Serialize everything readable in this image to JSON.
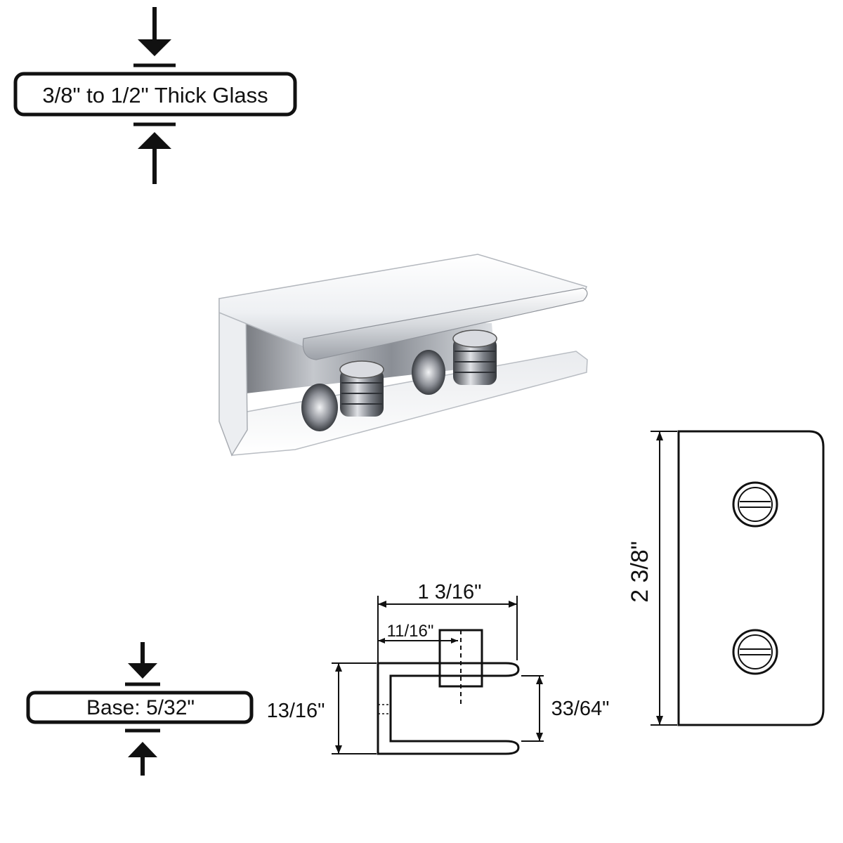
{
  "glass_callout": {
    "label": "3/8\" to 1/2\" Thick Glass"
  },
  "base_callout": {
    "label": "Base: 5/32\""
  },
  "side_view": {
    "overall_width": "1 3/16\"",
    "slot_offset": "11/16\"",
    "overall_height": "13/16\"",
    "opening_height": "33/64\""
  },
  "top_view": {
    "length": "2 3/8\""
  },
  "colors": {
    "line": "#111111",
    "chrome_light": "#f4f5f7",
    "chrome_mid": "#c9ccd2",
    "chrome_dark": "#5a5d63"
  }
}
